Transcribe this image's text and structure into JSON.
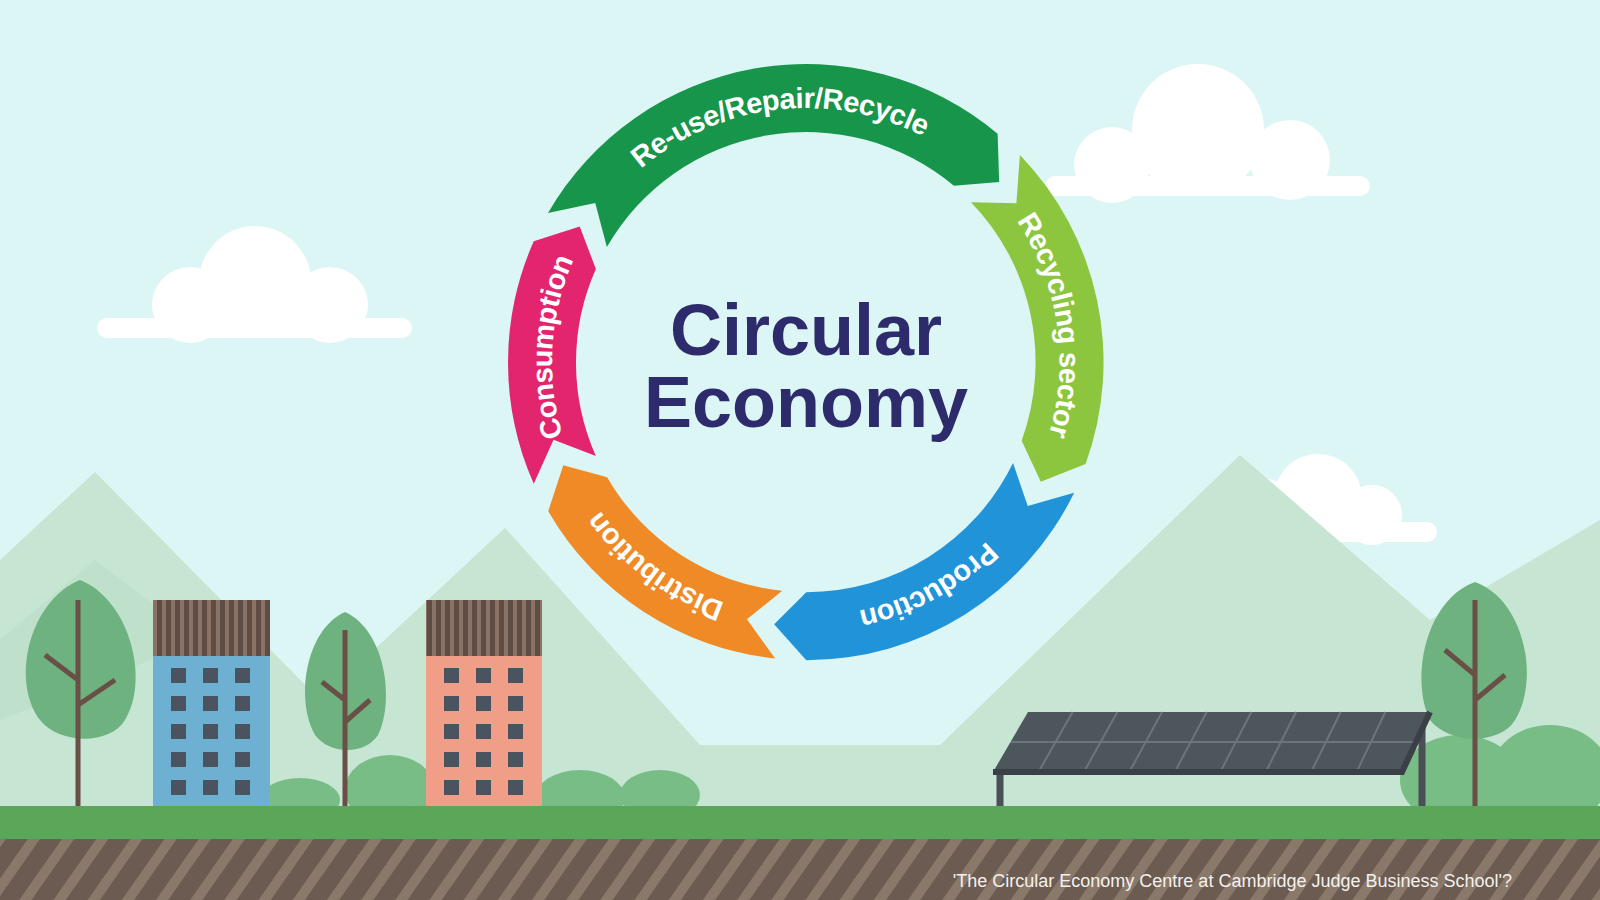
{
  "diagram": {
    "title": "Circular Economy",
    "caption": "'The Circular Economy Centre at Cambridge Judge Business School'?",
    "nodes": [
      {
        "text": [
          "Re-use/Repair/Recycle"
        ]
      },
      {
        "text": [
          "Recycling sector"
        ]
      },
      {
        "text": [
          "Production"
        ]
      },
      {
        "text": [
          "Distribution"
        ]
      },
      {
        "text": [
          "Consumption"
        ]
      }
    ]
  }
}
